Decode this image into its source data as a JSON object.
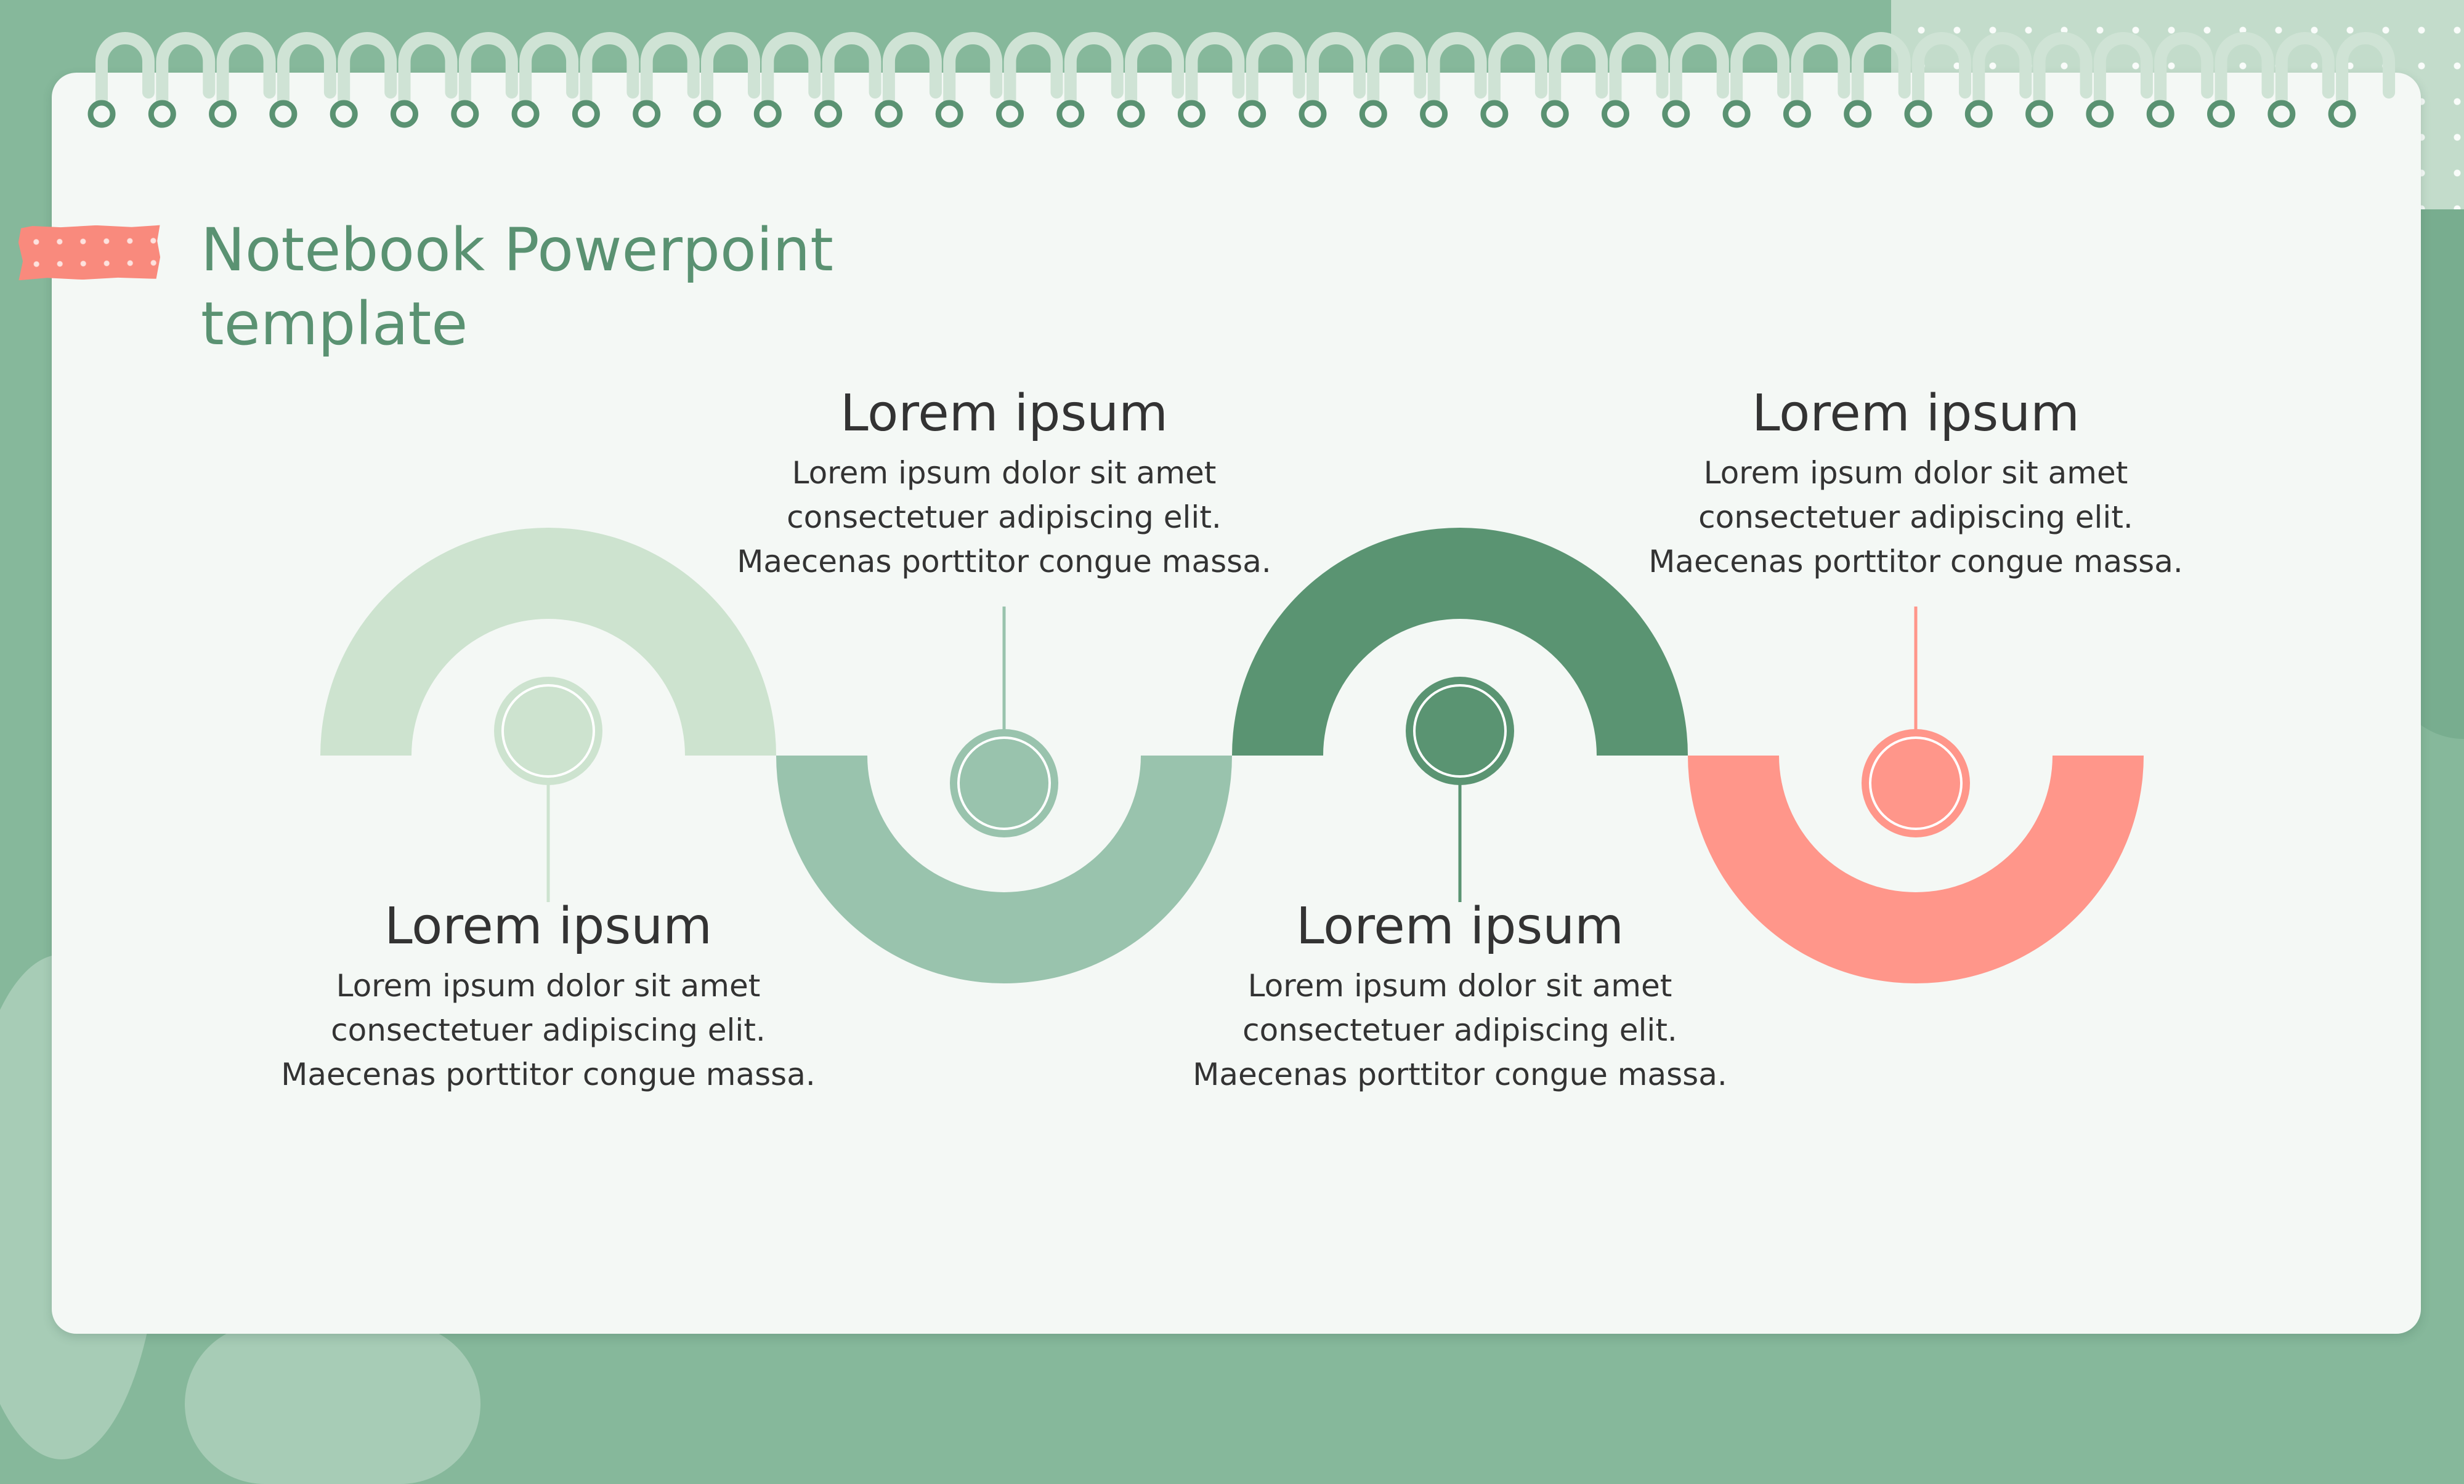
{
  "slide": {
    "title_lines": [
      "Notebook Powerpoint",
      "template"
    ]
  },
  "colors": {
    "background": "#86b89b",
    "page": "#f4f8f5",
    "ring": "#cfe3d5",
    "hole": "#5a9272",
    "title": "#5a9272",
    "text": "#333333",
    "tape": "#f98a7d",
    "step1": "#cde3cf",
    "step2": "#99c3ad",
    "step3": "#5a9472",
    "step4": "#ff968a"
  },
  "steps": [
    {
      "heading": "Lorem ipsum",
      "body_lines": [
        "Lorem ipsum dolor sit amet",
        "consectetuer adipiscing elit.",
        "Maecenas porttitor congue massa."
      ],
      "color_key": "step1",
      "arc": "up",
      "text_position": "below"
    },
    {
      "heading": "Lorem ipsum",
      "body_lines": [
        "Lorem ipsum dolor sit amet",
        "consectetuer adipiscing elit.",
        "Maecenas porttitor congue massa."
      ],
      "color_key": "step2",
      "arc": "down",
      "text_position": "above"
    },
    {
      "heading": "Lorem ipsum",
      "body_lines": [
        "Lorem ipsum dolor sit amet",
        "consectetuer adipiscing elit.",
        "Maecenas porttitor congue massa."
      ],
      "color_key": "step3",
      "arc": "up",
      "text_position": "below"
    },
    {
      "heading": "Lorem ipsum",
      "body_lines": [
        "Lorem ipsum dolor sit amet",
        "consectetuer adipiscing elit.",
        "Maecenas porttitor congue massa."
      ],
      "color_key": "step4",
      "arc": "down",
      "text_position": "above"
    }
  ]
}
